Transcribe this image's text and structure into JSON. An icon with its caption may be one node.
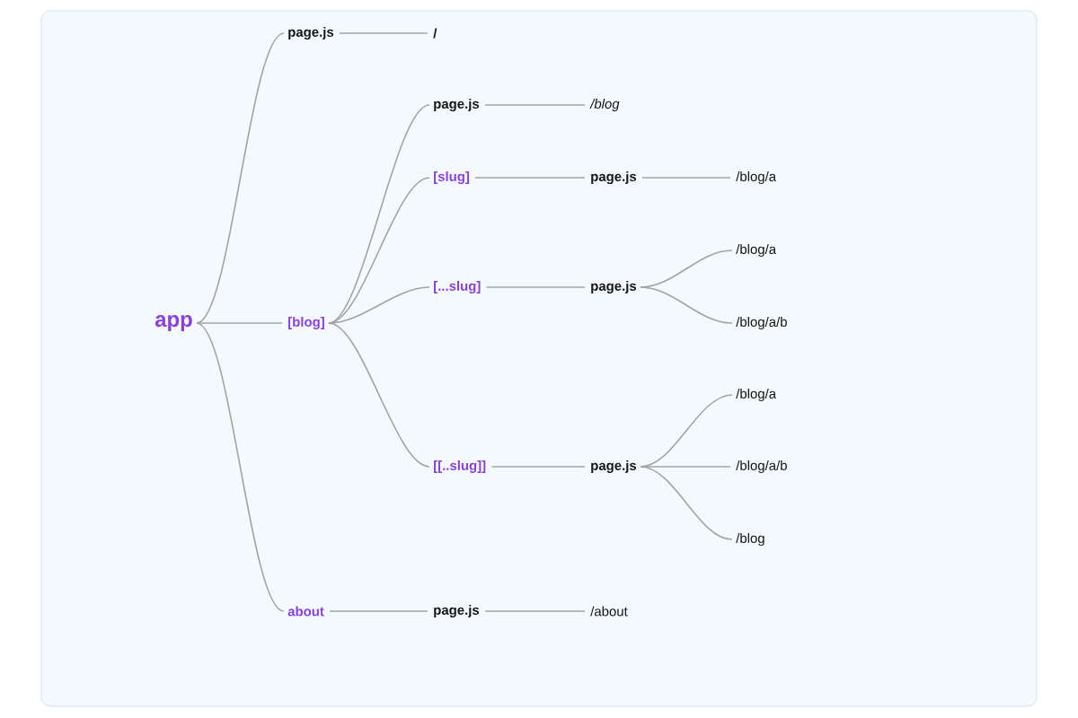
{
  "diagram": {
    "nodes": [
      {
        "text": [
          "app"
        ]
      },
      {
        "text": [
          "page.js"
        ]
      },
      {
        "text": [
          "/"
        ]
      },
      {
        "text": [
          "[blog]"
        ]
      },
      {
        "text": [
          "page.js"
        ]
      },
      {
        "text": [
          "/blog"
        ]
      },
      {
        "text": [
          "[slug]"
        ]
      },
      {
        "text": [
          "page.js"
        ]
      },
      {
        "text": [
          "/blog/a"
        ]
      },
      {
        "text": [
          "[...slug]"
        ]
      },
      {
        "text": [
          "page.js"
        ]
      },
      {
        "text": [
          "/blog/a"
        ]
      },
      {
        "text": [
          "/blog/a/b"
        ]
      },
      {
        "text": [
          "[[..slug]]"
        ]
      },
      {
        "text": [
          "page.js"
        ]
      },
      {
        "text": [
          "/blog/a"
        ]
      },
      {
        "text": [
          "/blog/a/b"
        ]
      },
      {
        "text": [
          "/blog"
        ]
      },
      {
        "text": [
          "about"
        ]
      },
      {
        "text": [
          "page.js"
        ]
      },
      {
        "text": [
          "/about"
        ]
      }
    ],
    "edges": [
      {
        "from": 0,
        "to": 1,
        "arrow": "none"
      },
      {
        "from": 1,
        "to": 2,
        "arrow": "none"
      },
      {
        "from": 0,
        "to": 3,
        "arrow": "none"
      },
      {
        "from": 3,
        "to": 4,
        "arrow": "none"
      },
      {
        "from": 4,
        "to": 5,
        "arrow": "none"
      },
      {
        "from": 3,
        "to": 6,
        "arrow": "none"
      },
      {
        "from": 6,
        "to": 7,
        "arrow": "none"
      },
      {
        "from": 7,
        "to": 8,
        "arrow": "none"
      },
      {
        "from": 3,
        "to": 9,
        "arrow": "none"
      },
      {
        "from": 9,
        "to": 10,
        "arrow": "none"
      },
      {
        "from": 10,
        "to": 11,
        "arrow": "none"
      },
      {
        "from": 10,
        "to": 12,
        "arrow": "none"
      },
      {
        "from": 3,
        "to": 13,
        "arrow": "none"
      },
      {
        "from": 13,
        "to": 14,
        "arrow": "none"
      },
      {
        "from": 14,
        "to": 15,
        "arrow": "none"
      },
      {
        "from": 14,
        "to": 16,
        "arrow": "none"
      },
      {
        "from": 14,
        "to": 17,
        "arrow": "none"
      },
      {
        "from": 0,
        "to": 18,
        "arrow": "none"
      },
      {
        "from": 18,
        "to": 19,
        "arrow": "none"
      },
      {
        "from": 19,
        "to": 20,
        "arrow": "none"
      }
    ]
  }
}
